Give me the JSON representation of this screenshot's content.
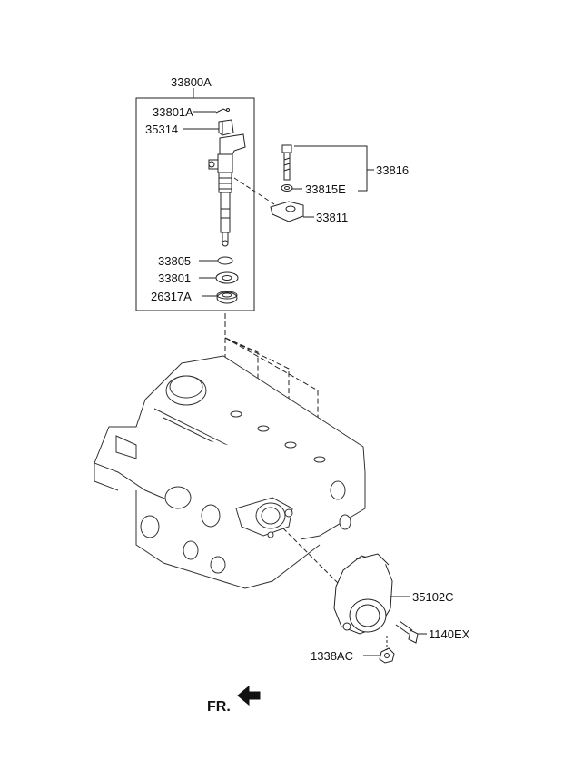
{
  "labels": {
    "assembly": "33800A",
    "p33801A": "33801A",
    "p35314": "35314",
    "p33805": "33805",
    "p33801": "33801",
    "p26317A": "26317A",
    "p33816": "33816",
    "p33815E": "33815E",
    "p33811": "33811",
    "p35102C": "35102C",
    "p1140EX": "1140EX",
    "p1338AC": "1338AC"
  },
  "orientation": {
    "front_label": "FR."
  }
}
